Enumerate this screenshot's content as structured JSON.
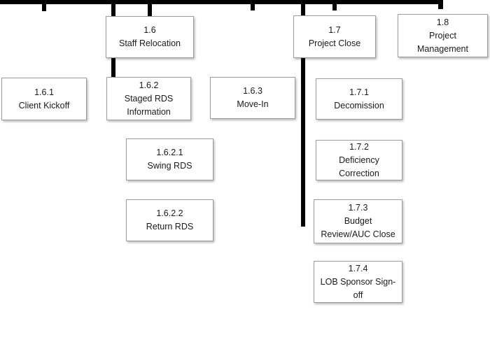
{
  "diagram": {
    "type": "work-breakdown-structure-org-chart",
    "colors": {
      "connector": "#000000",
      "box_border": "#9b9b9b",
      "box_fill": "#ffffff",
      "text": "#1a1a1a"
    },
    "nodes": {
      "n16": {
        "code": "1.6",
        "display": "Staff Relocation"
      },
      "n17": {
        "code": "1.7",
        "display": "Project Close"
      },
      "n18": {
        "code": "1.8",
        "display": "Project\nManagement"
      },
      "n161": {
        "code": "1.6.1",
        "display": "Client Kickoff"
      },
      "n162": {
        "code": "1.6.2",
        "display": "Staged RDS\nInformation"
      },
      "n163": {
        "code": "1.6.3",
        "display": "Move-In"
      },
      "n1621": {
        "code": "1.6.2.1",
        "display": "Swing RDS"
      },
      "n1622": {
        "code": "1.6.2.2",
        "display": "Return RDS"
      },
      "n171": {
        "code": "1.7.1",
        "display": "Decomission"
      },
      "n172": {
        "code": "1.7.2",
        "display": "Deficiency\nCorrection"
      },
      "n173": {
        "code": "1.7.3",
        "display": "Budget\nReview/AUC Close"
      },
      "n174": {
        "code": "1.7.4",
        "display": "LOB Sponsor Sign-\noff"
      }
    },
    "hierarchy": [
      {
        "code": "1.6",
        "label": "Staff Relocation",
        "children": [
          {
            "code": "1.6.1",
            "label": "Client Kickoff"
          },
          {
            "code": "1.6.2",
            "label": "Staged RDS Information",
            "children": [
              {
                "code": "1.6.2.1",
                "label": "Swing RDS"
              },
              {
                "code": "1.6.2.2",
                "label": "Return RDS"
              }
            ]
          },
          {
            "code": "1.6.3",
            "label": "Move-In"
          }
        ]
      },
      {
        "code": "1.7",
        "label": "Project Close",
        "children": [
          {
            "code": "1.7.1",
            "label": "Decomission"
          },
          {
            "code": "1.7.2",
            "label": "Deficiency Correction"
          },
          {
            "code": "1.7.3",
            "label": "Budget Review/AUC Close"
          },
          {
            "code": "1.7.4",
            "label": "LOB Sponsor Sign-off"
          }
        ]
      },
      {
        "code": "1.8",
        "label": "Project Management"
      }
    ]
  }
}
